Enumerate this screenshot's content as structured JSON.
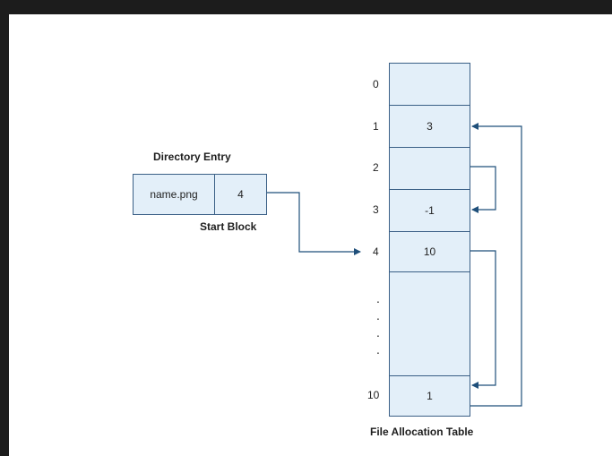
{
  "directory_entry": {
    "title": "Directory Entry",
    "filename": "name.png",
    "start_block": "4",
    "start_block_label": "Start Block"
  },
  "fat": {
    "caption": "File Allocation Table",
    "rows": [
      {
        "index": "0",
        "value": ""
      },
      {
        "index": "1",
        "value": "3"
      },
      {
        "index": "2",
        "value": ""
      },
      {
        "index": "3",
        "value": "-1"
      },
      {
        "index": "4",
        "value": "10"
      },
      {
        "index": "10",
        "value": "1"
      }
    ],
    "ellipsis": ".\n.\n.\n."
  },
  "colors": {
    "cell_fill": "#e3eff9",
    "stroke": "#3a5f86",
    "arrow": "#1f4f7a"
  }
}
